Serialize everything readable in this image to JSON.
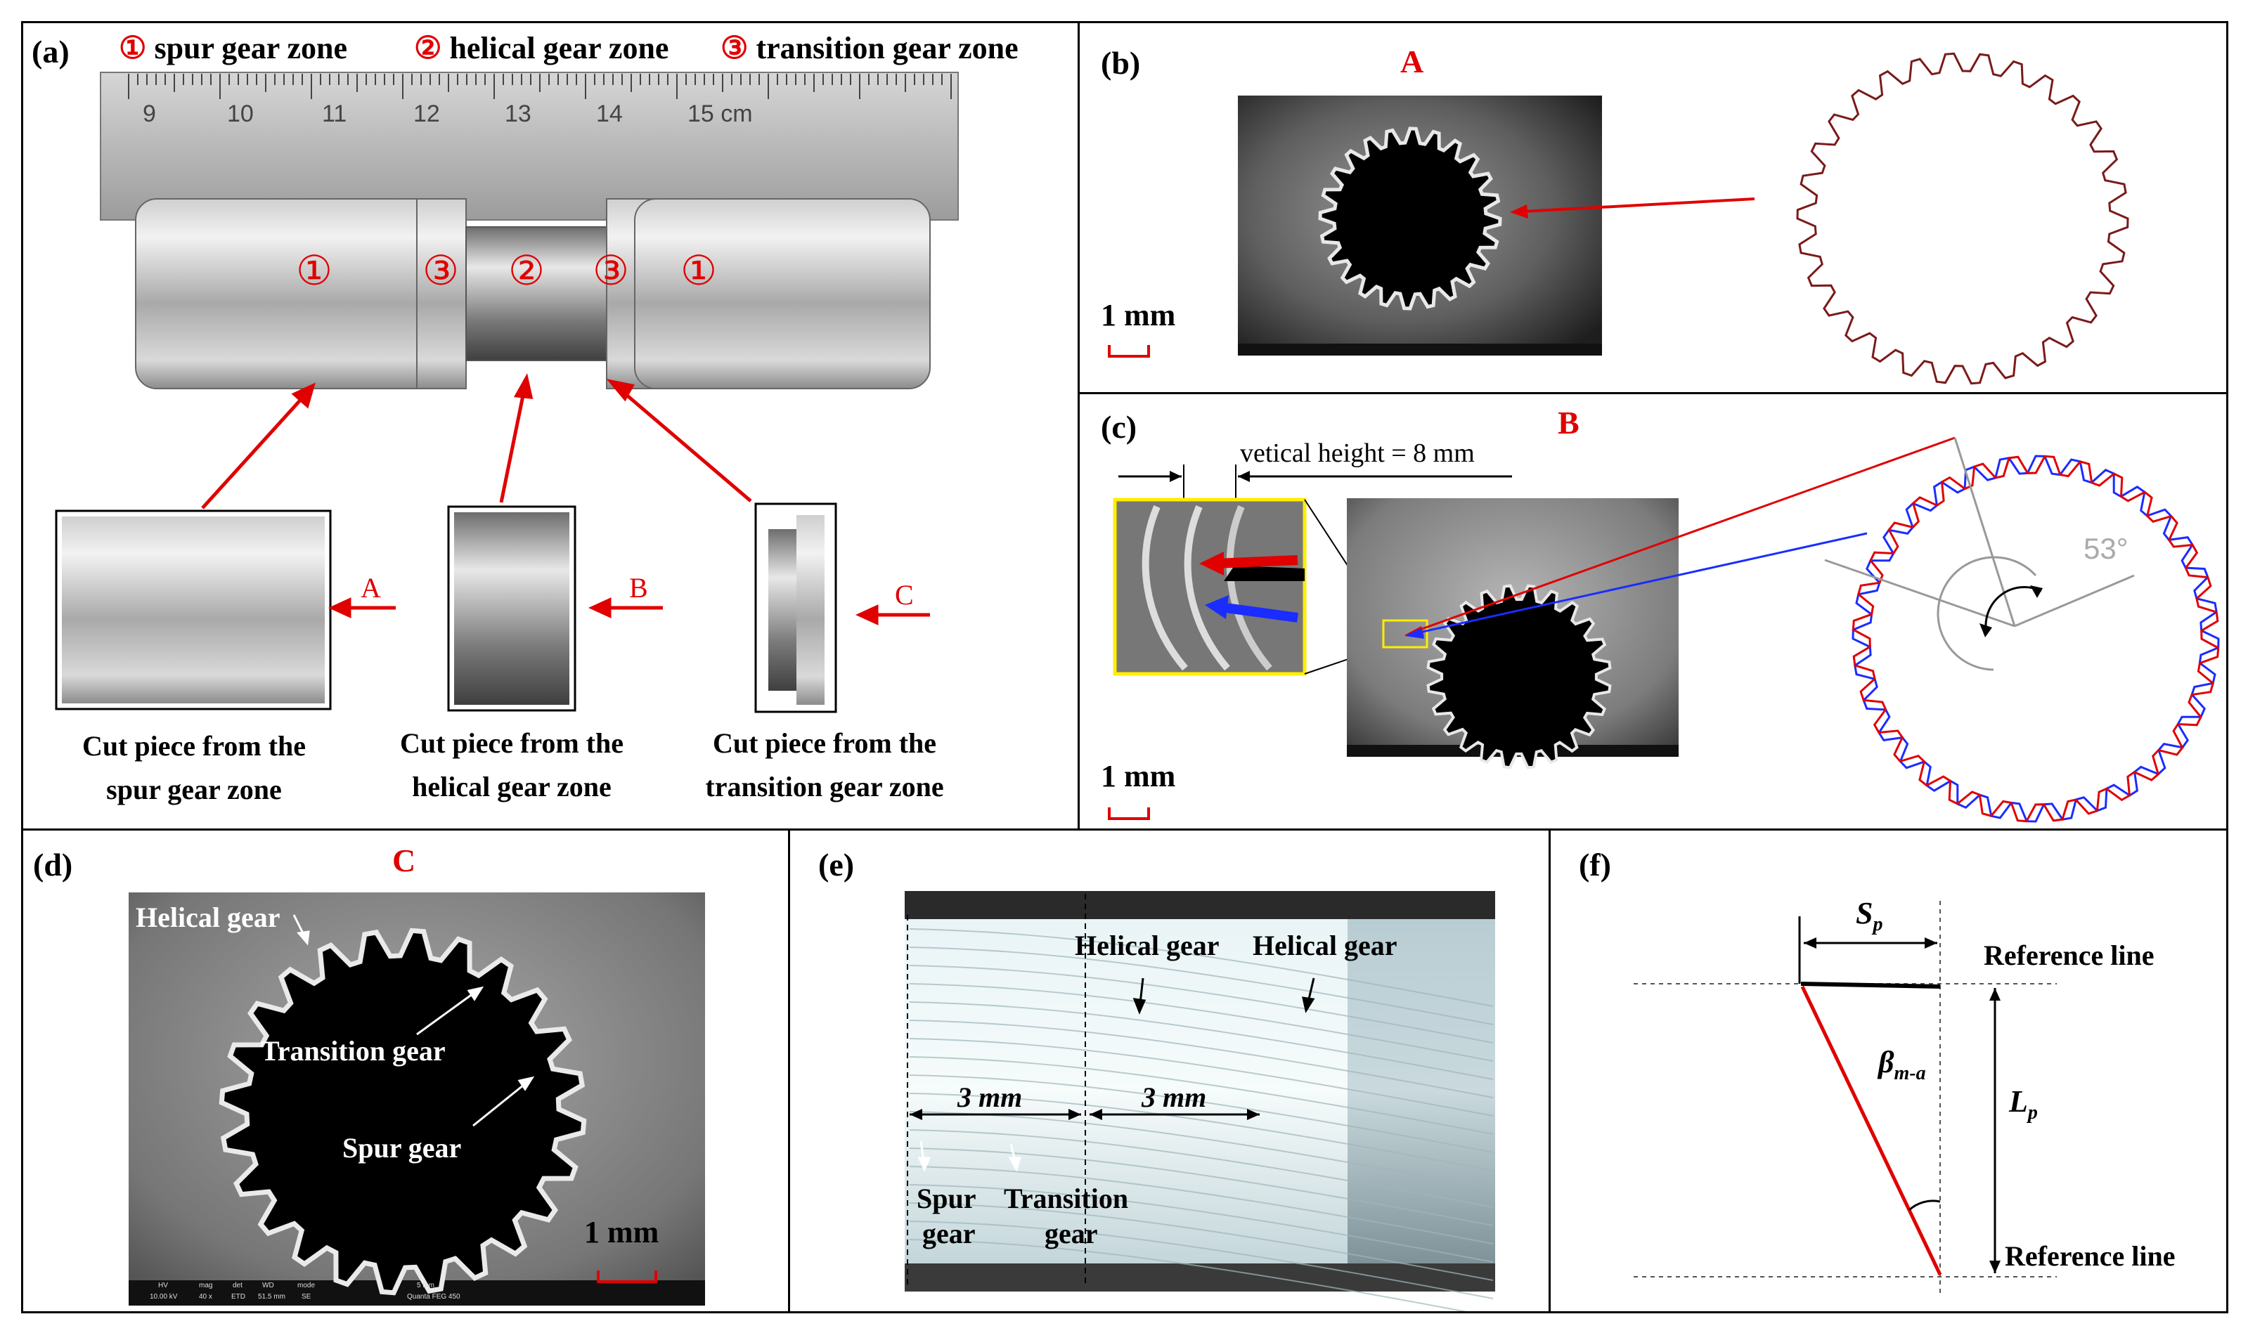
{
  "panel_a": {
    "label": "(a)",
    "legend": [
      {
        "num": "①",
        "text": "spur gear zone"
      },
      {
        "num": "②",
        "text": "helical gear zone"
      },
      {
        "num": "③",
        "text": "transition gear zone"
      }
    ],
    "ruler_ticks": [
      "9",
      "10",
      "11",
      "12",
      "13",
      "14",
      "15 cm"
    ],
    "part_markers": [
      "①",
      "③",
      "②",
      "③",
      "①"
    ],
    "arrow_letters": [
      "A",
      "B",
      "C"
    ],
    "captions": [
      [
        "Cut piece from the",
        "spur gear zone"
      ],
      [
        "Cut piece from the",
        "helical gear zone"
      ],
      [
        "Cut piece from the",
        "transition gear zone"
      ]
    ]
  },
  "panel_b": {
    "label": "(b)",
    "title": "A",
    "scale": "1 mm"
  },
  "panel_c": {
    "label": "(c)",
    "title": "B",
    "scale": "1 mm",
    "height_note": "vetical height = 8 mm",
    "angle": "53°"
  },
  "panel_d": {
    "label": "(d)",
    "title": "C",
    "scale": "1 mm",
    "labels": [
      "Helical gear",
      "Transition gear",
      "Spur gear"
    ],
    "sem_bar": [
      "HV",
      "mag",
      "det",
      "WD",
      "mode",
      "10.00 kV",
      "40 x",
      "ETD",
      "51.5 mm",
      "SE",
      "5 mm",
      "Quanta FEG 450"
    ]
  },
  "panel_e": {
    "label": "(e)",
    "labels": [
      "Helical gear",
      "Helical gear",
      "3 mm",
      "3 mm",
      "Spur",
      "gear",
      "Transition",
      "gear"
    ]
  },
  "panel_f": {
    "label": "(f)",
    "ref_top": "Reference line",
    "ref_bottom": "Reference line",
    "sp": "S",
    "sp_sub": "p",
    "lp": "L",
    "lp_sub": "p",
    "beta": "β",
    "beta_sub": "m-a"
  },
  "colors": {
    "red": "#e00000",
    "blue": "#1a2cff",
    "gear_brown": "#7a1a1a",
    "yellow": "#ffee00"
  }
}
